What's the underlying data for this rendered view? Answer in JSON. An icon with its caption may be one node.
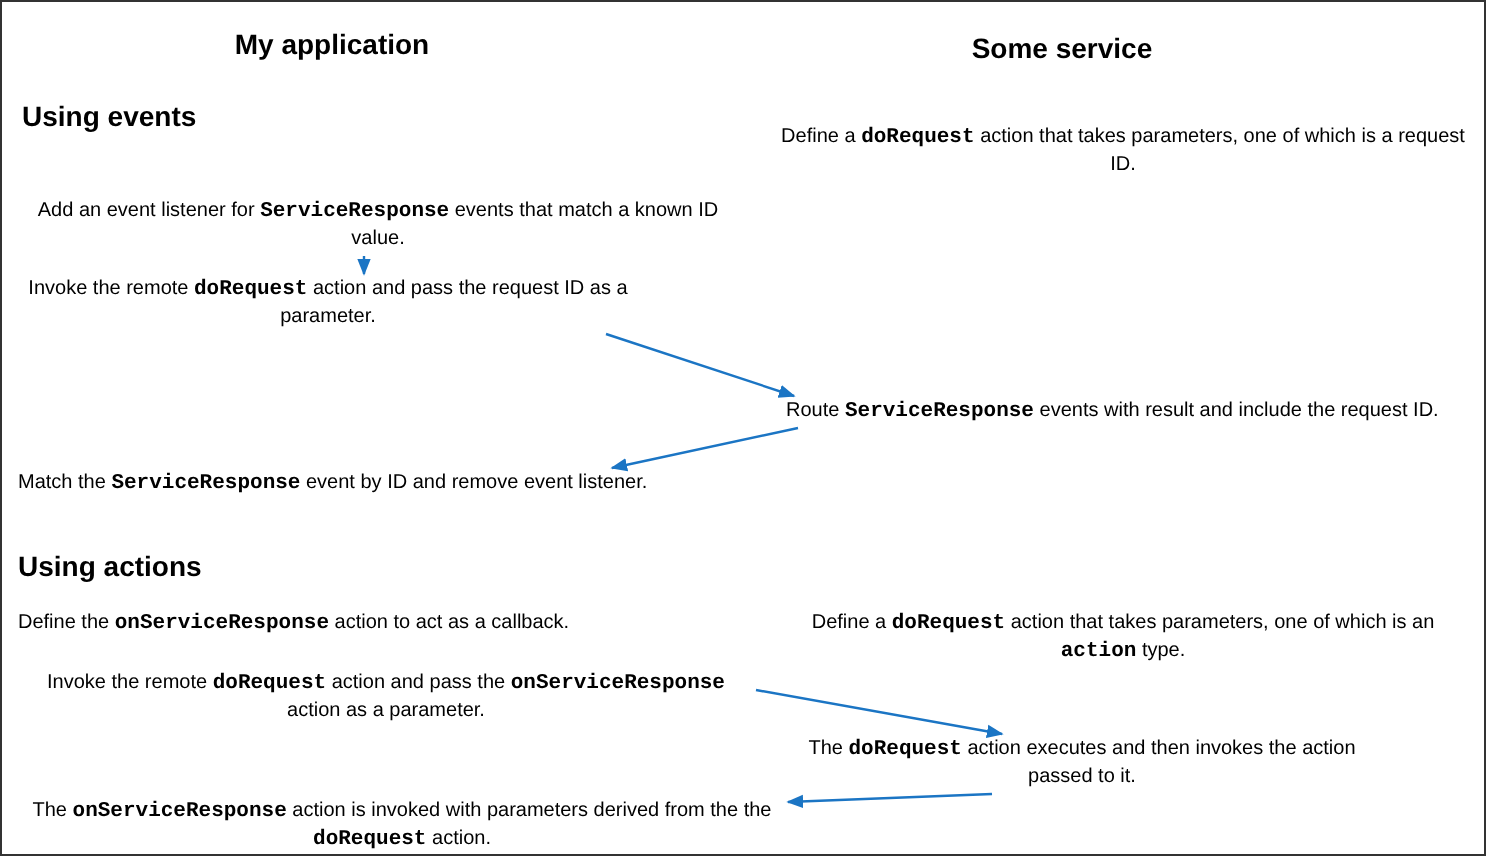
{
  "diagram": {
    "nodes": [
      {
        "text": [
          "Add an event listener for **ServiceResponse** events that match a known ID value."
        ]
      },
      {
        "text": [
          "Invoke the remote **doRequest** action and pass the request ID as a parameter."
        ]
      },
      {
        "text": [
          "Route **ServiceResponse** events with result and include the request ID."
        ]
      },
      {
        "text": [
          "Match the **ServiceResponse** event by ID and remove event listener."
        ]
      },
      {
        "text": [
          "Invoke the remote **doRequest** action and pass the **onServiceResponse** action as a parameter."
        ]
      },
      {
        "text": [
          "The **doRequest** action executes and then invokes the action passed to it."
        ]
      },
      {
        "text": [
          "The **onServiceResponse** action is invoked with parameters derived from the the **doRequest** action."
        ]
      }
    ],
    "edges": [
      {
        "from": 0,
        "to": 1,
        "arrow": "to"
      },
      {
        "from": 1,
        "to": 2,
        "arrow": "to"
      },
      {
        "from": 2,
        "to": 3,
        "arrow": "to"
      },
      {
        "from": 4,
        "to": 5,
        "arrow": "to"
      },
      {
        "from": 5,
        "to": 6,
        "arrow": "to"
      }
    ],
    "labels": [
      "My application",
      "Some service",
      "Using events",
      "Define a **doRequest** action that takes parameters, one of which is a request ID.",
      "Using actions",
      "Define the **onServiceResponse** action to act as a callback.",
      "Define a **doRequest** action that takes parameters, one of which is an **action** type."
    ]
  }
}
